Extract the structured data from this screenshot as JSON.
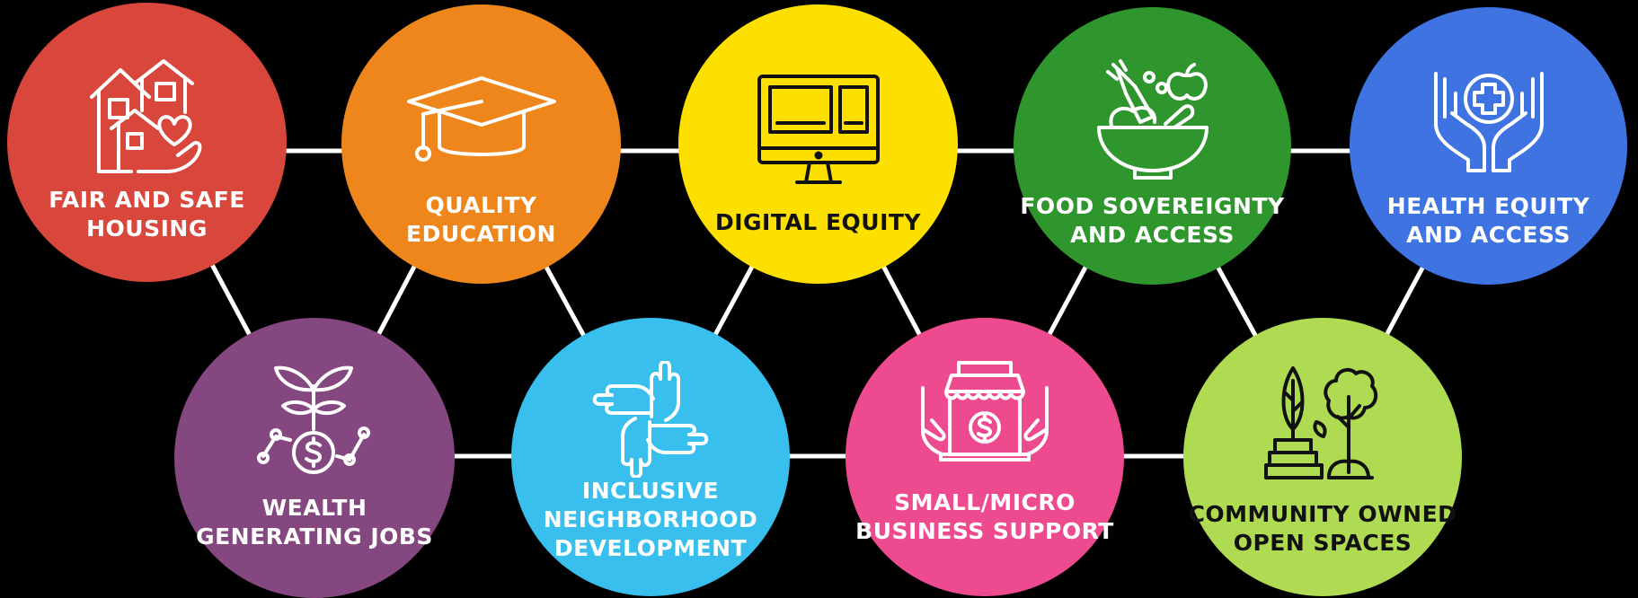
{
  "nodes": [
    {
      "id": "housing",
      "lines": [
        "FAIR AND SAFE",
        "HOUSING"
      ],
      "color": "#d9463b",
      "text_color": "#ffffff",
      "icon": "house-heart-icon"
    },
    {
      "id": "education",
      "lines": [
        "QUALITY",
        "EDUCATION"
      ],
      "color": "#ef861b",
      "text_color": "#ffffff",
      "icon": "graduation-cap-icon"
    },
    {
      "id": "digital",
      "lines": [
        "DIGITAL EQUITY"
      ],
      "color": "#fde000",
      "text_color": "#111111",
      "icon": "computer-monitor-icon"
    },
    {
      "id": "food",
      "lines": [
        "FOOD SOVEREIGNTY",
        "AND ACCESS"
      ],
      "color": "#2e962c",
      "text_color": "#ffffff",
      "icon": "food-bowl-icon"
    },
    {
      "id": "health",
      "lines": [
        "HEALTH EQUITY",
        "AND ACCESS"
      ],
      "color": "#3e73e1",
      "text_color": "#ffffff",
      "icon": "hands-medical-cross-icon"
    },
    {
      "id": "wealth",
      "lines": [
        "WEALTH",
        "GENERATING JOBS"
      ],
      "color": "#84477f",
      "text_color": "#ffffff",
      "icon": "plant-dollar-growth-icon"
    },
    {
      "id": "inclusive",
      "lines": [
        "INCLUSIVE",
        "NEIGHBORHOOD",
        "DEVELOPMENT"
      ],
      "color": "#38bfee",
      "text_color": "#ffffff",
      "icon": "linked-hands-icon"
    },
    {
      "id": "business",
      "lines": [
        "SMALL/MICRO",
        "BUSINESS SUPPORT"
      ],
      "color": "#ee4a8f",
      "text_color": "#ffffff",
      "icon": "storefront-dollar-icon"
    },
    {
      "id": "community",
      "lines": [
        "COMMUNITY OWNED",
        "OPEN SPACES"
      ],
      "color": "#afdb52",
      "text_color": "#111111",
      "icon": "tree-plant-icon"
    }
  ],
  "links": [
    [
      "housing",
      "education"
    ],
    [
      "education",
      "digital"
    ],
    [
      "digital",
      "food"
    ],
    [
      "food",
      "health"
    ],
    [
      "wealth",
      "inclusive"
    ],
    [
      "inclusive",
      "business"
    ],
    [
      "business",
      "community"
    ],
    [
      "housing",
      "wealth"
    ],
    [
      "wealth",
      "education"
    ],
    [
      "education",
      "inclusive"
    ],
    [
      "inclusive",
      "digital"
    ],
    [
      "digital",
      "business"
    ],
    [
      "business",
      "food"
    ],
    [
      "food",
      "community"
    ],
    [
      "community",
      "health"
    ]
  ]
}
